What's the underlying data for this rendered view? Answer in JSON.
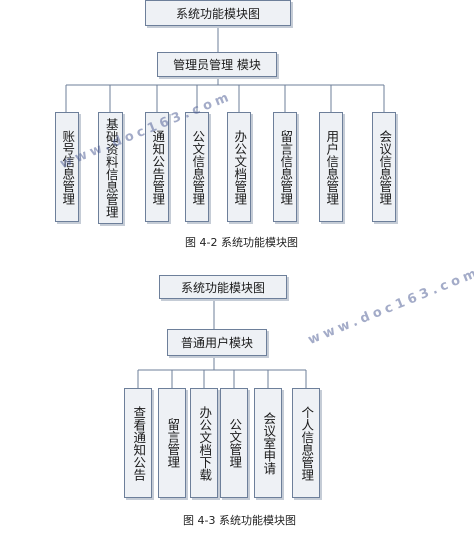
{
  "diagram1": {
    "root": "系统功能模块图",
    "mid": "管理员管理 模块",
    "leaves": [
      "账号信息管理",
      "基础资料信息管理",
      "通知公告管理",
      "公文信息管理",
      "办公文档管理",
      "留言信息管理",
      "用户信息管理",
      "会议信息管理"
    ],
    "caption": "图 4-2 系统功能模块图"
  },
  "diagram2": {
    "root": "系统功能模块图",
    "mid": "普通用户模块",
    "leaves": [
      "查看通知公告",
      "留言管理",
      "办公文档下载",
      "公文管理",
      "会议室申请",
      "个人信息管理"
    ],
    "caption": "图 4-3 系统功能模块图"
  },
  "watermarks": [
    "www.doc163.com",
    "www.doc163.com"
  ],
  "colors": {
    "box_fill": "#eef1f5",
    "box_border": "#6d7f9a",
    "line": "#6d7f9a",
    "watermark": "#4a5a92"
  }
}
